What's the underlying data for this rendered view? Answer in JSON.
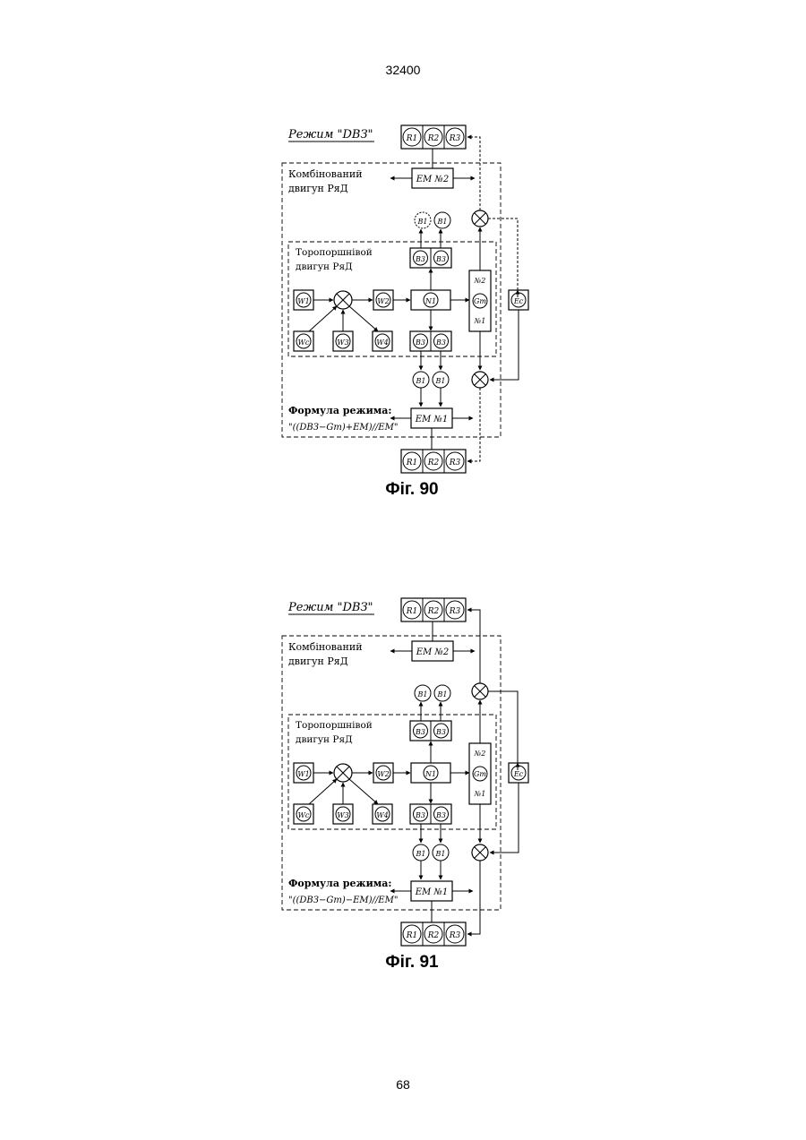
{
  "page": {
    "header": "32400",
    "footer": "68"
  },
  "figures": [
    {
      "caption": "Фіг. 90",
      "mode_title": "Режим \"DВЗ\"",
      "combined_label_1": "Комбінований",
      "combined_label_2": "двигун РяД",
      "toroidal_label_1": "Торопоршнівой",
      "toroidal_label_2": "двигун РяД",
      "formula_label": "Формула режима:",
      "formula": "\"((DВЗ−Gm)+ЕМ)//ЕМ\"",
      "em_top": "ЕМ №2",
      "em_bottom": "ЕМ №1",
      "r": [
        "R1",
        "R2",
        "R3"
      ],
      "b1": "B1",
      "b3": "B3",
      "w": [
        "W1",
        "Wc",
        "W3",
        "W2",
        "W4"
      ],
      "n": "N1",
      "gm_top": "№2",
      "gm_mid": "Gm",
      "gm_bot": "№1",
      "ec": "Ec"
    },
    {
      "caption": "Фіг. 91",
      "mode_title": "Режим \"DВЗ\"",
      "combined_label_1": "Комбінований",
      "combined_label_2": "двигун РяД",
      "toroidal_label_1": "Торопоршнівой",
      "toroidal_label_2": "двигун РяД",
      "formula_label": "Формула режима:",
      "formula": "\"((DВЗ−Gm)−ЕМ)//ЕМ\"",
      "em_top": "ЕМ №2",
      "em_bottom": "ЕМ №1",
      "r": [
        "R1",
        "R2",
        "R3"
      ],
      "b1": "B1",
      "b3": "B3",
      "w": [
        "W1",
        "Wc",
        "W3",
        "W2",
        "W4"
      ],
      "n": "N1",
      "gm_top": "№2",
      "gm_mid": "Gm",
      "gm_bot": "№1",
      "ec": "Ec"
    }
  ]
}
